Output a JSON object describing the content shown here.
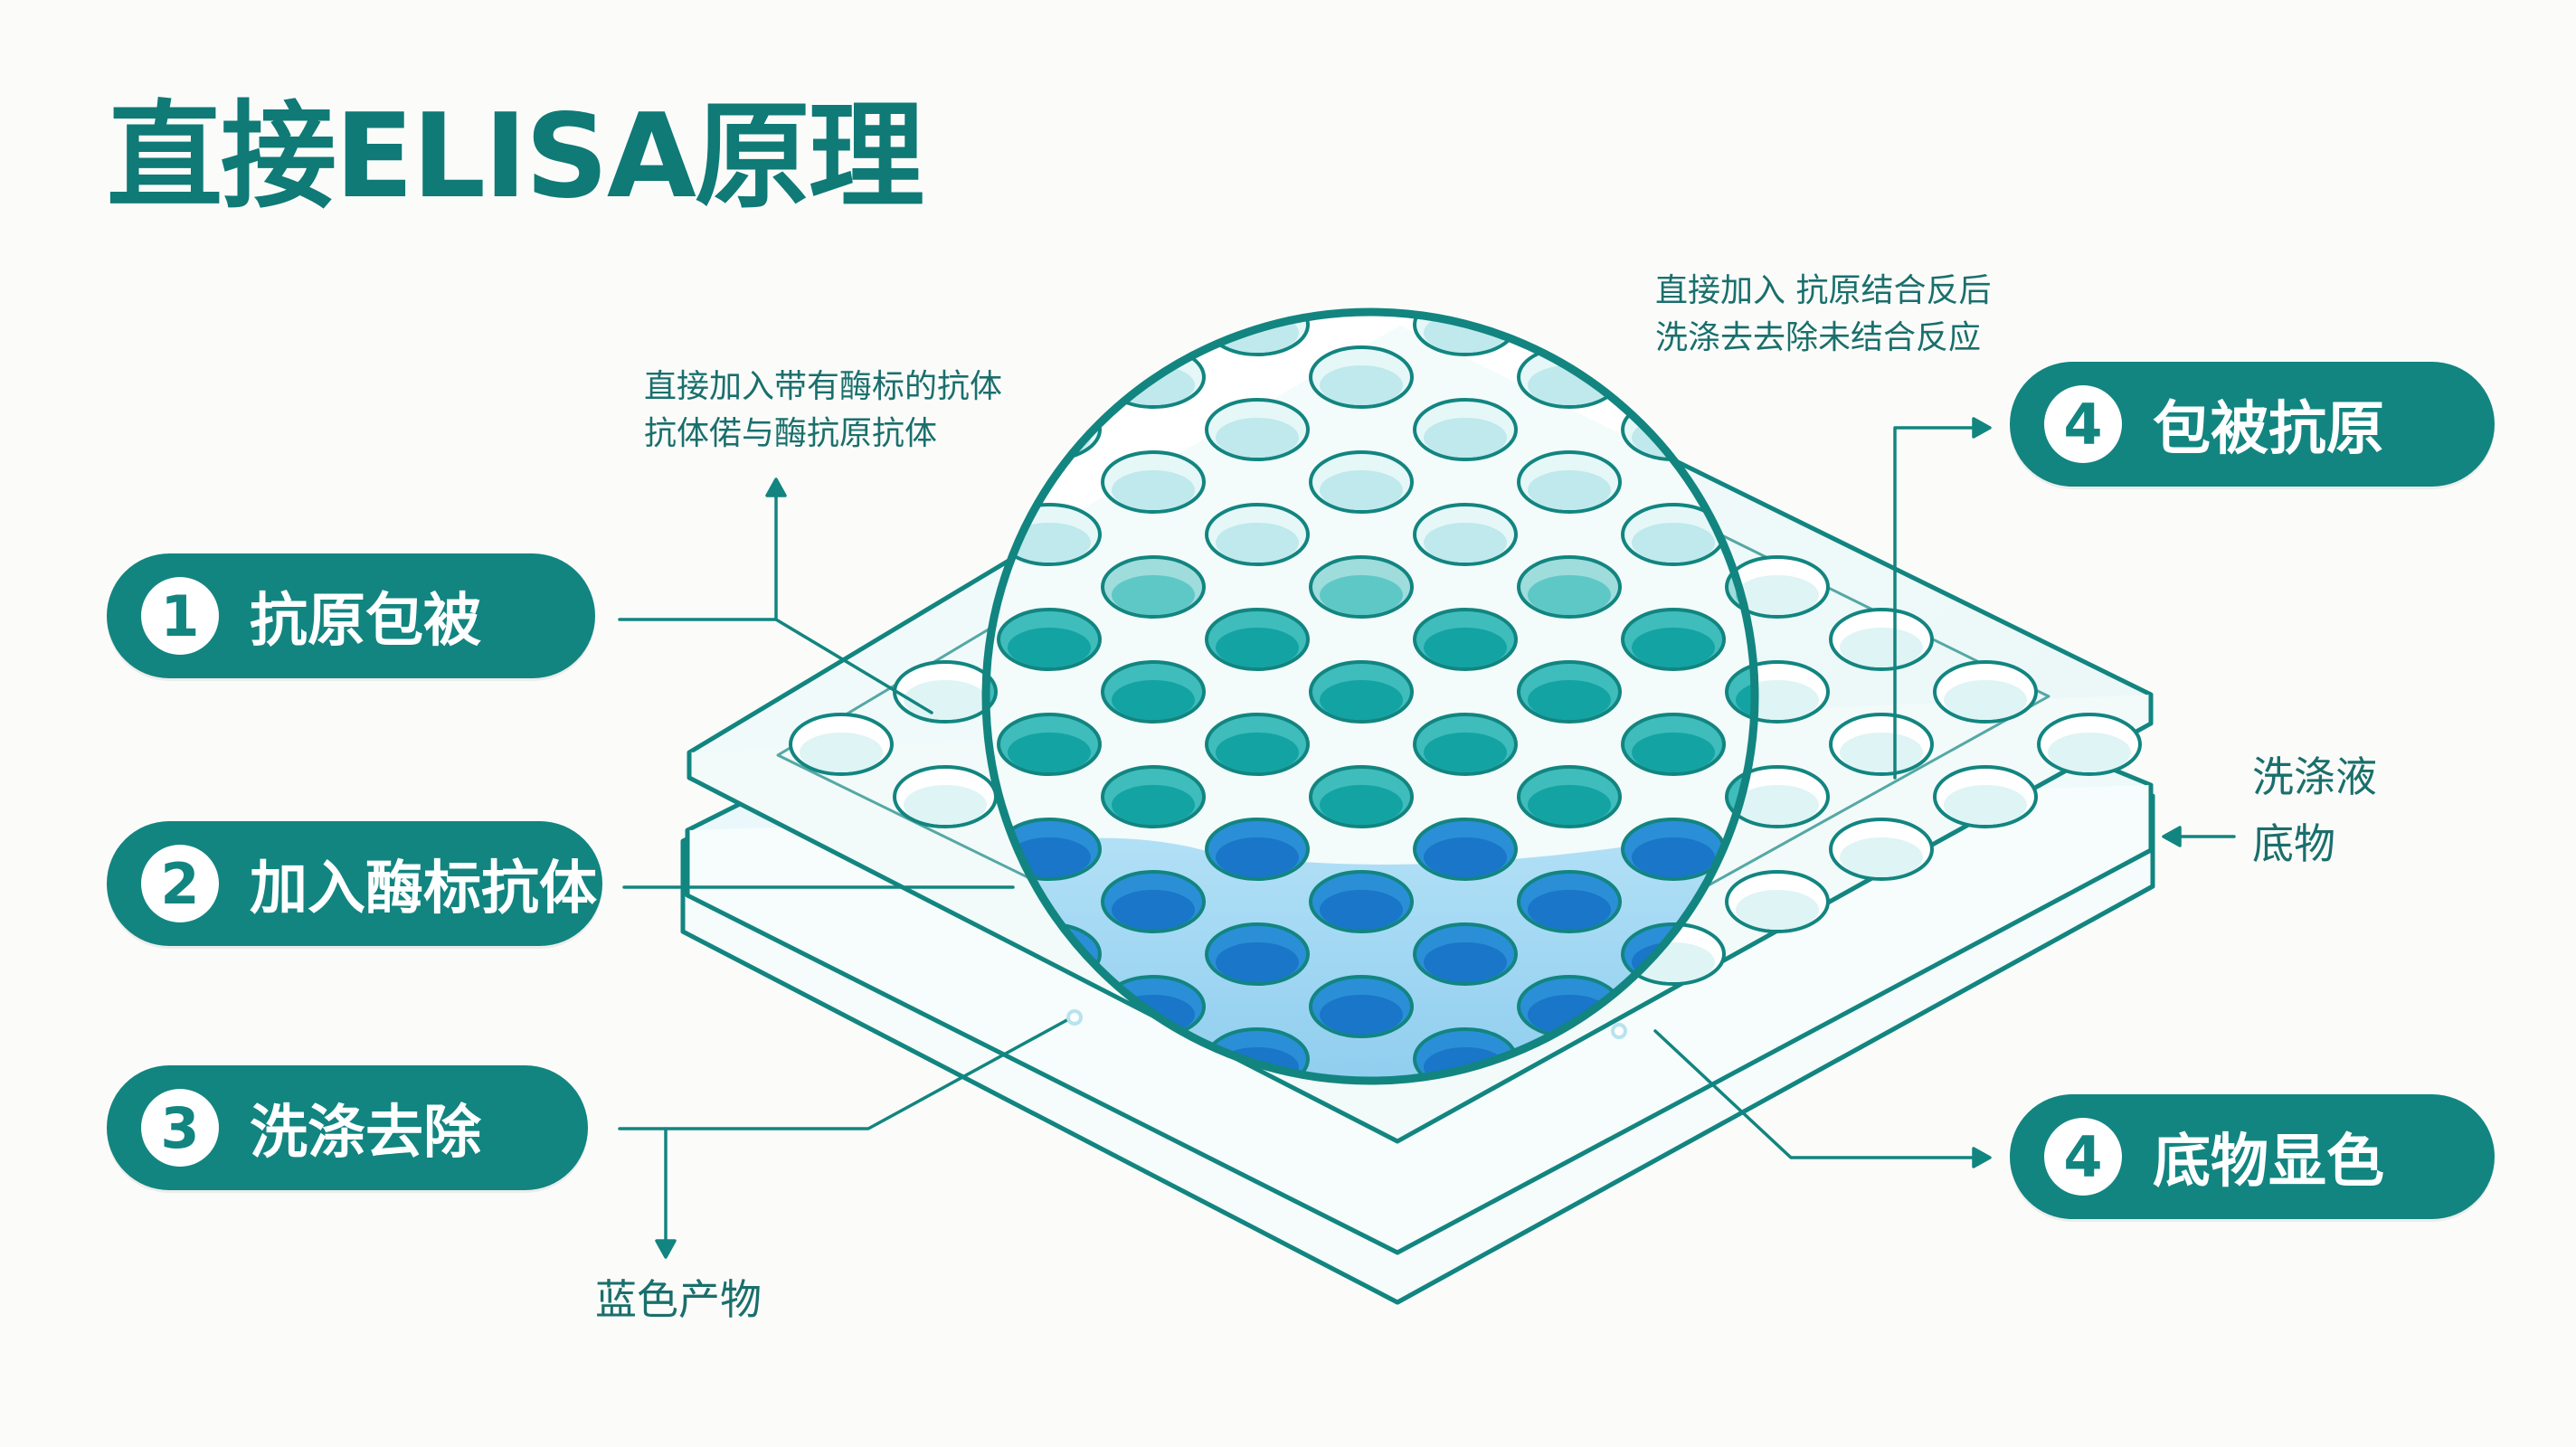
{
  "title": "直接ELISA原理",
  "steps": [
    {
      "num": "1",
      "label": "抗原包被"
    },
    {
      "num": "2",
      "label": "加入酶标抗体"
    },
    {
      "num": "3",
      "label": "洗涤去除"
    },
    {
      "num": "4",
      "label": "包被抗原"
    },
    {
      "num": "4",
      "label": "底物显色"
    }
  ],
  "notes": {
    "left_top": [
      "直接加入带有酶标的抗体",
      "抗体偌与酶抗原抗体"
    ],
    "right_top": [
      "直接加入 抗原结合反后",
      "洗涤去去除未结合反应"
    ],
    "right_side": [
      "洗涤液",
      "底物"
    ],
    "bottom": "蓝色产物"
  },
  "colors": {
    "teal": "#128580",
    "title": "#0f7a76",
    "well_light": "#dff4f4",
    "well_teal": "#13a3a3",
    "well_blue": "#1976c8",
    "liquid": "#8fd0f2"
  }
}
